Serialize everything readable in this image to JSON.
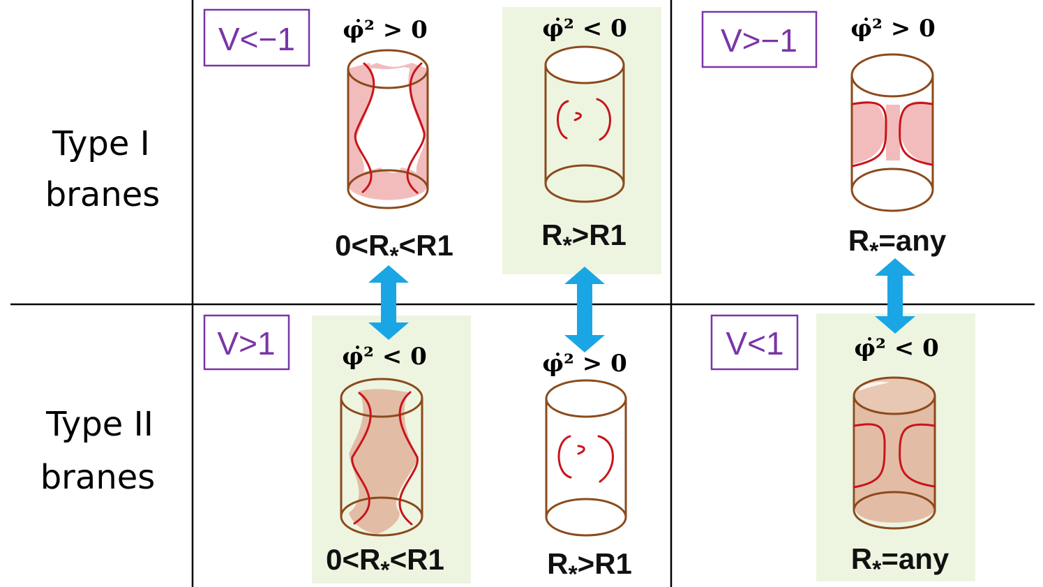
{
  "rows": [
    {
      "line1": "Type I",
      "line2": "branes"
    },
    {
      "line1": "Type II",
      "line2": "branes"
    }
  ],
  "v_labels": [
    "V<−1",
    "V>−1",
    "V>1",
    "V<1"
  ],
  "phi_labels": {
    "positive": "φ̇² > 0",
    "negative": "φ̇² < 0"
  },
  "r_labels": {
    "range": {
      "lead": "0<R",
      "sub": "*",
      "tail": "<R1"
    },
    "greater": {
      "lead": "R",
      "sub": "*",
      "tail": ">R1"
    },
    "any": {
      "lead": "R",
      "sub": "*",
      "tail": "=any"
    }
  },
  "colors": {
    "grid_line": "#000000",
    "cylinder_outline": "#8b4a1c",
    "curve": "#c8141a",
    "pink_fill": "#f2bcbc",
    "tan_fill": "#e3bca5",
    "green_highlight": "#edf5e1",
    "arrow": "#1aa6e4",
    "v_box": "#7a35a8"
  },
  "icons": [
    "double-arrow-icon",
    "cylinder-icon"
  ]
}
